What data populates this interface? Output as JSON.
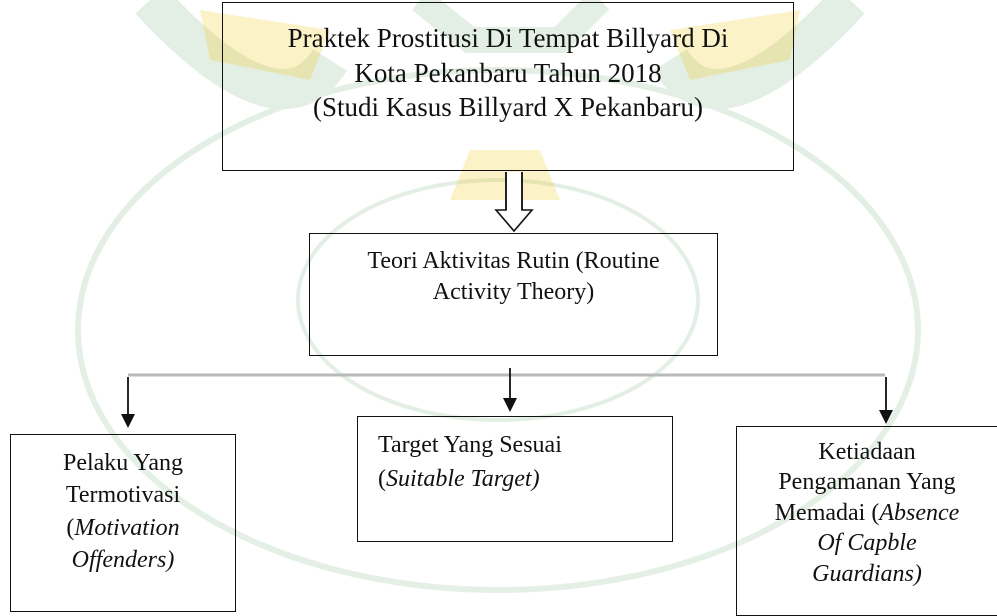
{
  "diagram": {
    "top_box": {
      "lines": [
        "Praktek Prostitusi Di Tempat Billyard Di",
        "Kota Pekanbaru Tahun 2018",
        "(Studi Kasus Billyard X Pekanbaru)"
      ]
    },
    "middle_box": {
      "lines": [
        "Teori Aktivitas Rutin (Routine",
        "Activity Theory)"
      ]
    },
    "left_box": {
      "line1": "Pelaku Yang",
      "line2": "Termotivasi",
      "line3_open": "(",
      "line3_italic": "Motivation",
      "line4_italic": "Offenders)"
    },
    "center_box": {
      "line1": "Target Yang Sesuai",
      "line2_open": "(",
      "line2_italic": "Suitable Target)"
    },
    "right_box": {
      "line1": "Ketiadaan",
      "line2": "Pengamanan Yang",
      "line3_plain": "Memadai (",
      "line3_italic": "Absence",
      "line4_italic": "Of Capble",
      "line5_italic": "Guardians)"
    }
  },
  "colors": {
    "border": "#111111",
    "connector_line": "#b9b9b9",
    "watermark_green": "#2e8b3c",
    "watermark_yellow": "#f2c400"
  }
}
